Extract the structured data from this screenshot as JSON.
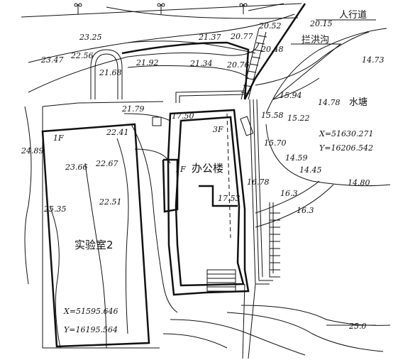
{
  "labels": {
    "sidewalk": "人行道",
    "flood_ditch": "拦洪沟",
    "pond": "水塘",
    "office": "办公楼",
    "lab2": "实验室2",
    "floor_1f_lab": "1F",
    "floor_1f_office": "1F",
    "floor_3f": "3F"
  },
  "coords": {
    "pond_x": "X=51630.271",
    "pond_y": "Y=16206.542",
    "lab_x": "X=51595.646",
    "lab_y": "Y=16195.564"
  },
  "elevations": {
    "e1": "20.15",
    "e2": "20.52",
    "e3": "20.77",
    "e4": "21.37",
    "e5": "20.48",
    "e6": "23.25",
    "e7": "22.56",
    "e8": "23.47",
    "e9": "21.68",
    "e10": "21.92",
    "e11": "21.34",
    "e12": "20.76",
    "e13": "14.73",
    "e14": "15.94",
    "e15": "14.78",
    "e16": "15.58",
    "e17": "15.22",
    "e18": "21.79",
    "e19": "17.50",
    "e20": "22.41",
    "e21": "15.70",
    "e22": "24.89",
    "e23": "23.66",
    "e24": "22.67",
    "e25": "14.59",
    "e26": "14.45",
    "e27": "16.78",
    "e28": "14.80",
    "e29": "16.3",
    "e30": "16.3",
    "e31": "25.35",
    "e32": "22.51",
    "e33": "17.53",
    "e34": "25.0"
  }
}
